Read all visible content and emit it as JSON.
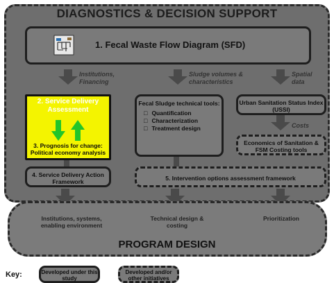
{
  "title": "DIAGNOSTICS & DECISION SUPPORT",
  "sfd": {
    "label": "1. Fecal Waste Flow Diagram (SFD)"
  },
  "arrows": {
    "institutions": "Institutions, Financing",
    "sludge": "Sludge volumes & characteristics",
    "spatial": "Spatial data",
    "costs": "Costs"
  },
  "service_delivery": {
    "title": "2. Service Delivery Assessment",
    "sub": "3. Prognosis for change: Political economy analysis"
  },
  "fecal_sludge": {
    "title": "Fecal Sludge technical tools:",
    "items": [
      "Quantification",
      "Characterization",
      "Treatment design"
    ]
  },
  "ussi": {
    "label": "Urban Sanitation Status Index (USSI)"
  },
  "economics": {
    "label": "Economics of Sanitation & FSM Costing tools"
  },
  "action_framework": {
    "label": "4. Service Delivery Action Framework"
  },
  "intervention": {
    "label": "5. Intervention options assessment framework"
  },
  "program_design": {
    "items": [
      "Institutions, systems, enabling environment",
      "Technical design & costing",
      "Prioritization"
    ],
    "title": "PROGRAM DESIGN"
  },
  "key": {
    "label": "Key:",
    "developed_this": "Developed under this study",
    "developed_other": "Developed and/or other initiatives"
  },
  "colors": {
    "highlight": "#f4f400",
    "arrow_green": "#22c52a",
    "panel": "#6e6e6e"
  }
}
